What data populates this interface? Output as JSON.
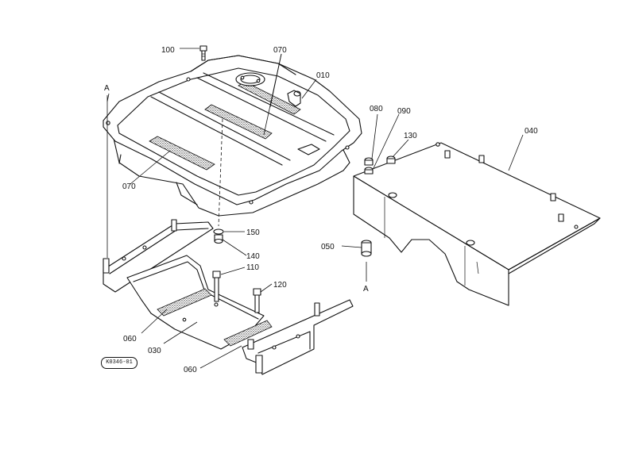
{
  "parts": [
    {
      "id": "p010",
      "label": "010"
    },
    {
      "id": "p030",
      "label": "030"
    },
    {
      "id": "p040",
      "label": "040"
    },
    {
      "id": "p050",
      "label": "050"
    },
    {
      "id": "p060a",
      "label": "060"
    },
    {
      "id": "p060b",
      "label": "060"
    },
    {
      "id": "p070a",
      "label": "070"
    },
    {
      "id": "p070b",
      "label": "070"
    },
    {
      "id": "p080",
      "label": "080"
    },
    {
      "id": "p090",
      "label": "090"
    },
    {
      "id": "p100",
      "label": "100"
    },
    {
      "id": "p110",
      "label": "110"
    },
    {
      "id": "p120",
      "label": "120"
    },
    {
      "id": "p130",
      "label": "130"
    },
    {
      "id": "p140",
      "label": "140"
    },
    {
      "id": "p150",
      "label": "150"
    }
  ],
  "markers": {
    "a_top": "A",
    "a_bottom": "A"
  },
  "drawing_code": "K0346-01"
}
